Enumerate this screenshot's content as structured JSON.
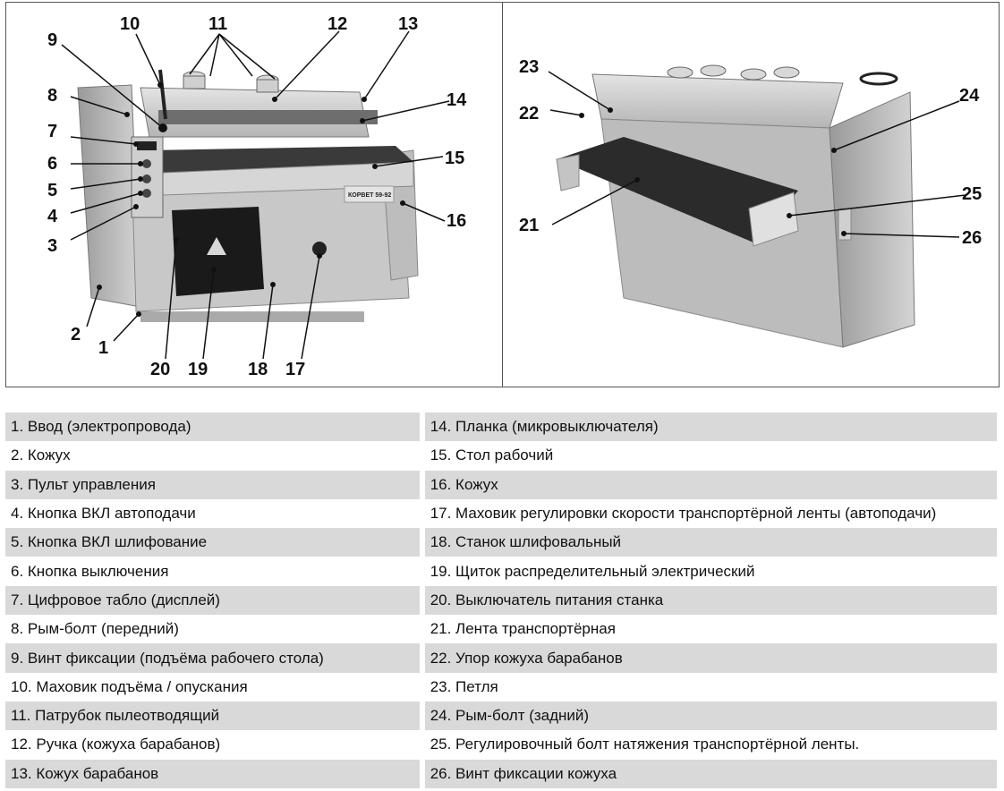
{
  "callouts_left": [
    "1",
    "2",
    "3",
    "4",
    "5",
    "6",
    "7",
    "8",
    "9",
    "10",
    "11",
    "12",
    "13",
    "14",
    "15",
    "16",
    "17",
    "18",
    "19",
    "20"
  ],
  "callouts_right": [
    "21",
    "22",
    "23",
    "24",
    "25",
    "26"
  ],
  "machine_plate": "КОРВЕТ 59-92",
  "legend": {
    "left": [
      "1. Ввод (электропровода)",
      "2. Кожух",
      "3. Пульт управления",
      "4. Кнопка ВКЛ автоподачи",
      "5. Кнопка ВКЛ шлифование",
      "6. Кнопка выключения",
      "7. Цифровое табло (дисплей)",
      "8. Рым-болт (передний)",
      "9. Винт фиксации (подъёма рабочего стола)",
      "10. Маховик подъёма / опускания",
      "11. Патрубок пылеотводящий",
      "12. Ручка (кожуха барабанов)",
      "13. Кожух барабанов"
    ],
    "right": [
      "14. Планка (микровыключателя)",
      "15. Стол рабочий",
      "16. Кожух",
      "17. Маховик регулировки скорости транспортёрной ленты (автоподачи)",
      "18. Станок шлифовальный",
      "19. Щиток распределительный электрический",
      "20. Выключатель питания станка",
      "21. Лента транспортёрная",
      "22. Упор кожуха барабанов",
      "23. Петля",
      "24. Рым-болт (задний)",
      "25. Регулировочный болт натяжения транспортёрной ленты.",
      "26. Винт фиксации кожуха"
    ]
  }
}
